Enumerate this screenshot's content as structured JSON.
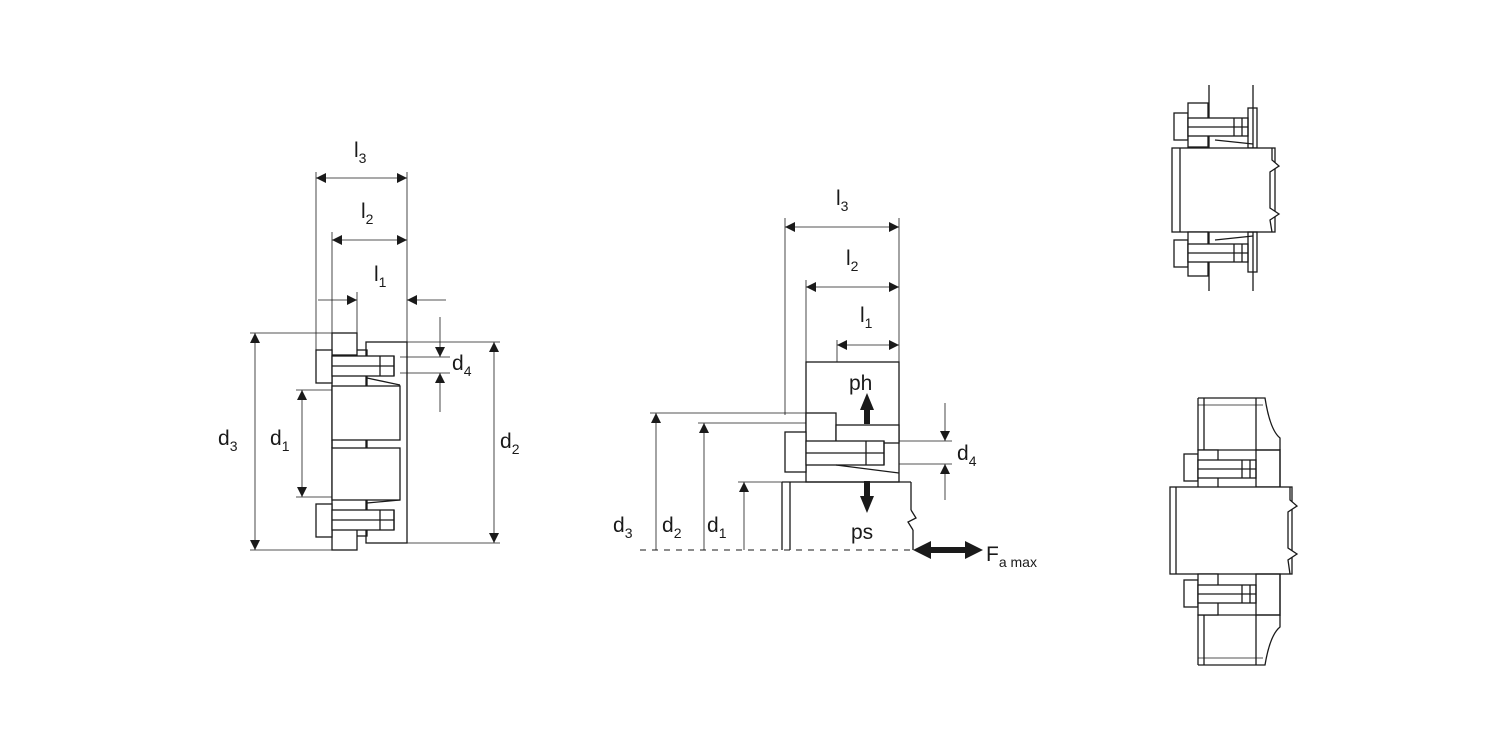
{
  "figure_left": {
    "labels": {
      "l3": {
        "main": "l",
        "sub": "3"
      },
      "l2": {
        "main": "l",
        "sub": "2"
      },
      "l1": {
        "main": "l",
        "sub": "1"
      },
      "d4": {
        "main": "d",
        "sub": "4"
      },
      "d3": {
        "main": "d",
        "sub": "3"
      },
      "d1": {
        "main": "d",
        "sub": "1"
      },
      "d2": {
        "main": "d",
        "sub": "2"
      }
    }
  },
  "figure_middle": {
    "labels": {
      "l3": {
        "main": "l",
        "sub": "3"
      },
      "l2": {
        "main": "l",
        "sub": "2"
      },
      "l1": {
        "main": "l",
        "sub": "1"
      },
      "d4": {
        "main": "d",
        "sub": "4"
      },
      "d3": {
        "main": "d",
        "sub": "3"
      },
      "d2": {
        "main": "d",
        "sub": "2"
      },
      "d1": {
        "main": "d",
        "sub": "1"
      },
      "ph": "ph",
      "ps": "ps",
      "fa": {
        "main": "F",
        "sub": "a max"
      }
    }
  }
}
